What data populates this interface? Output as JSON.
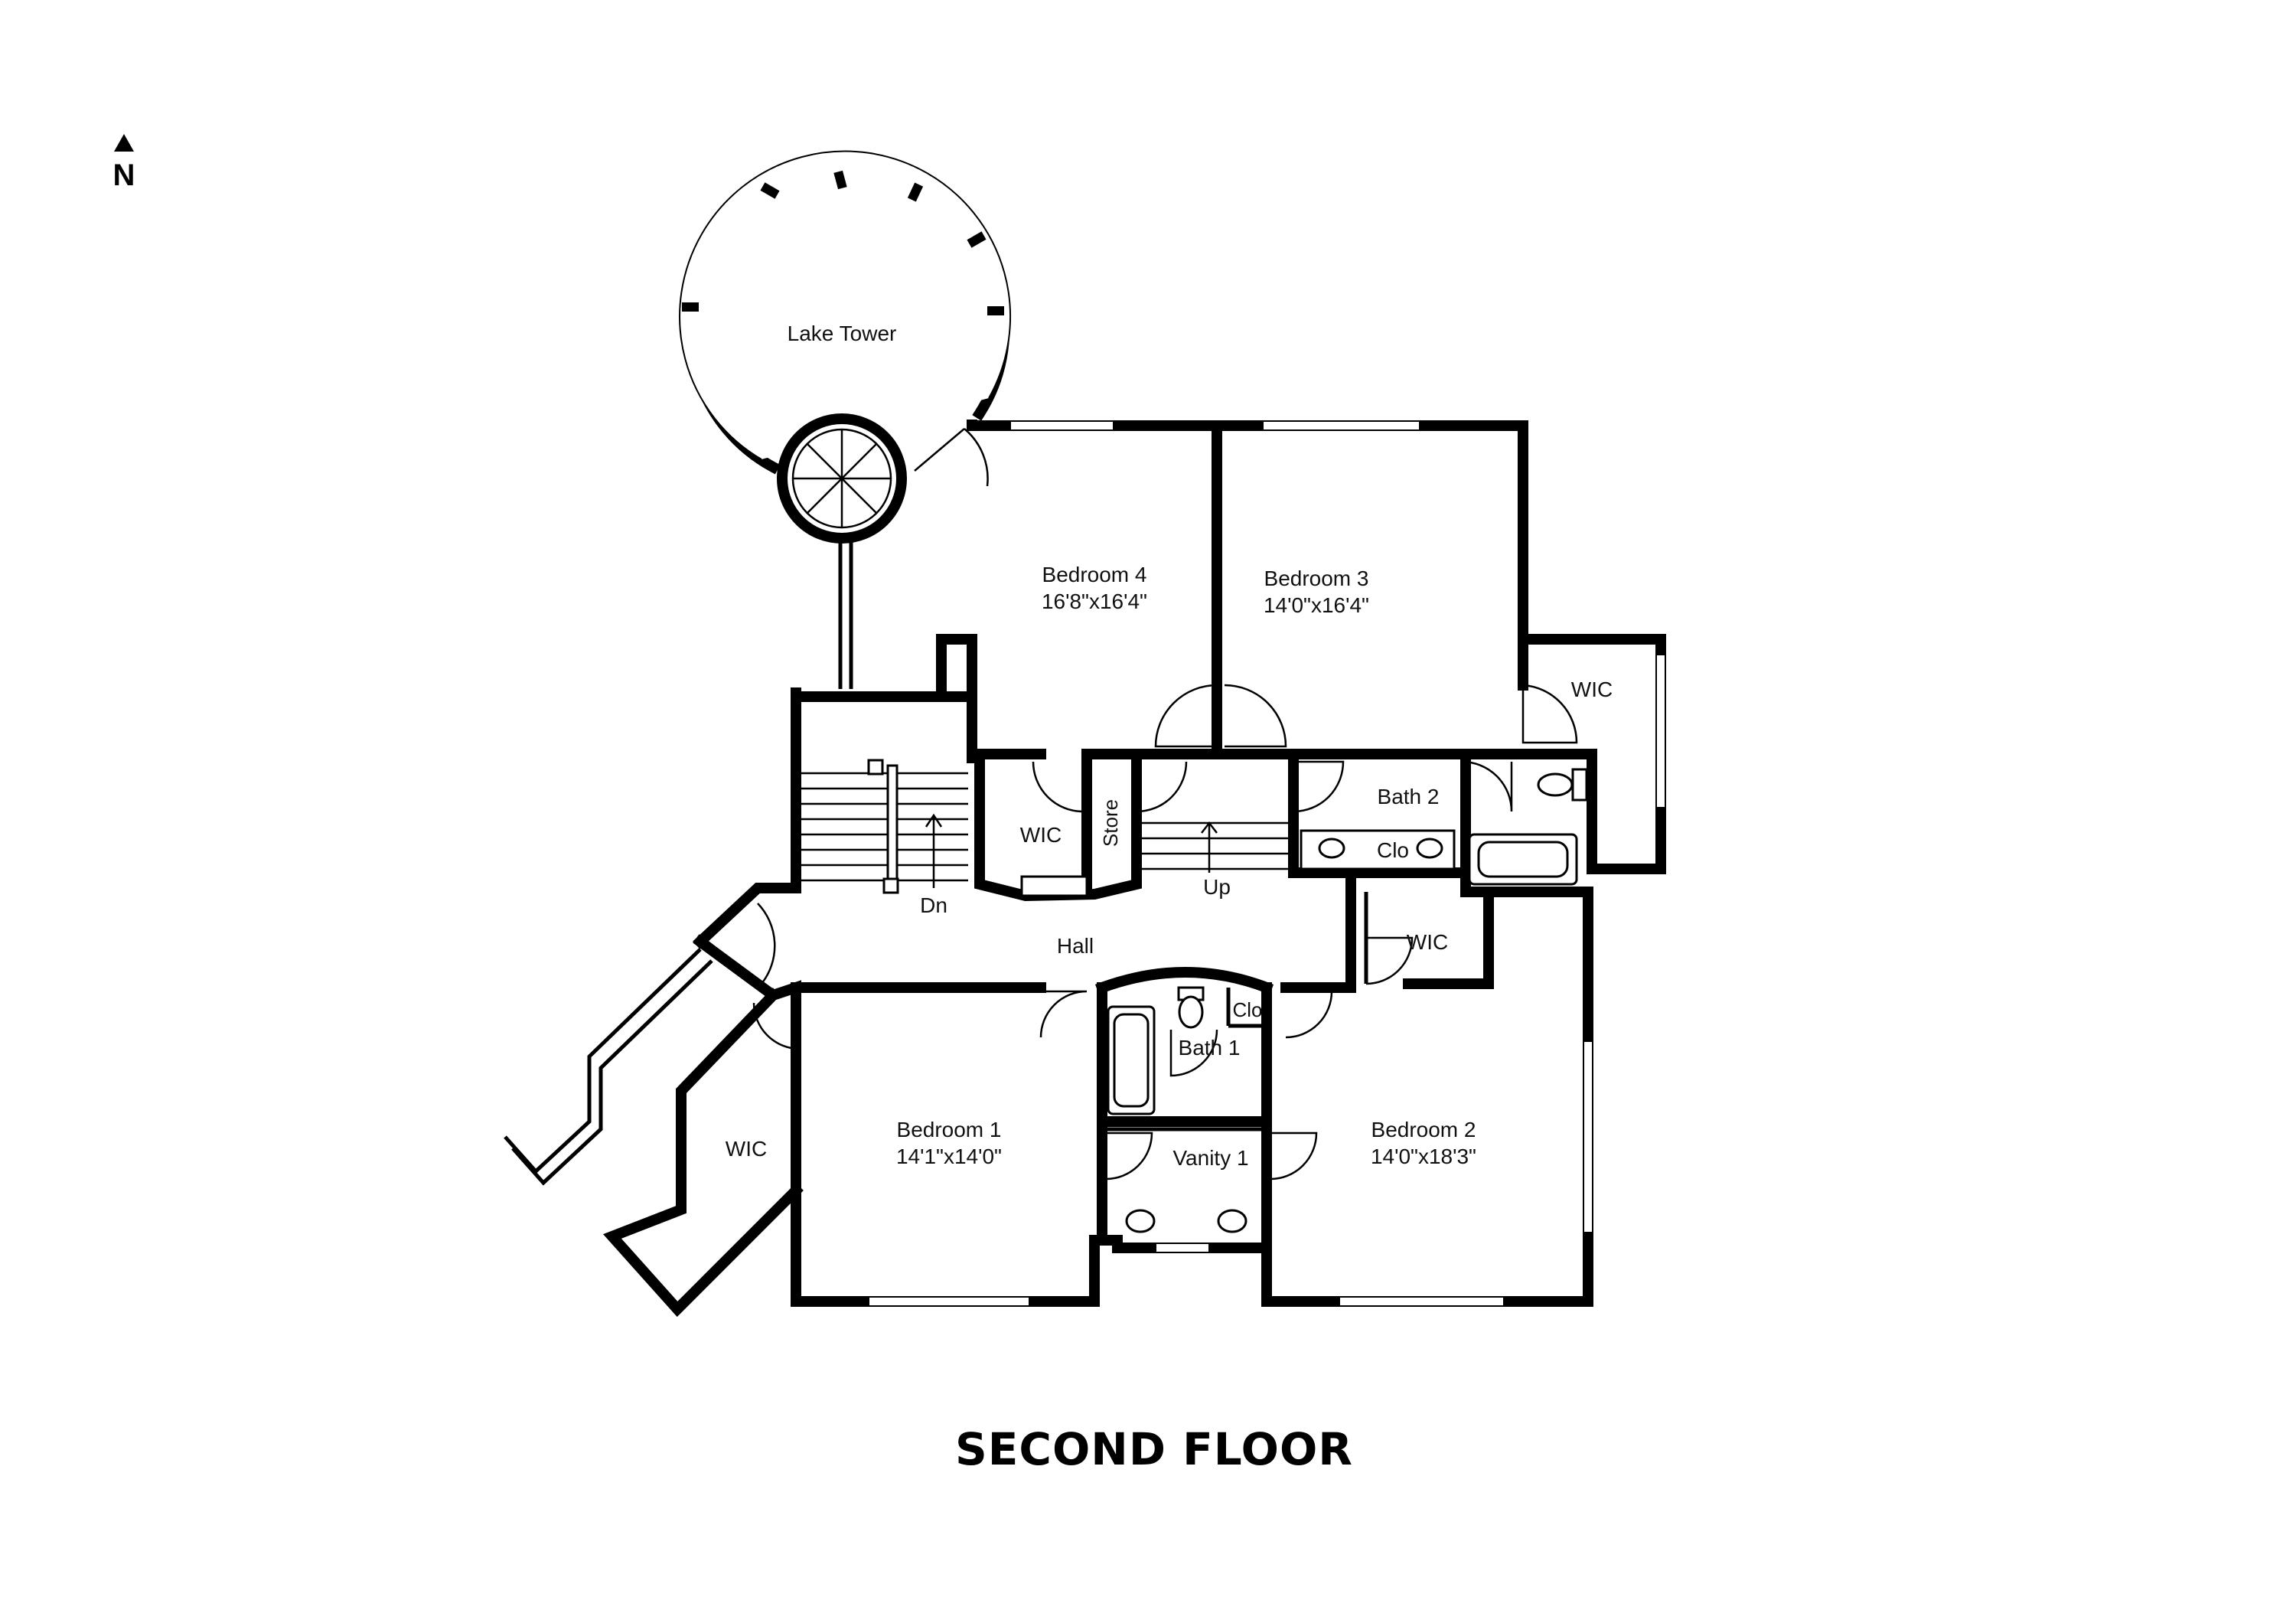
{
  "compass": {
    "label": "N"
  },
  "floor_title": "SECOND FLOOR",
  "rooms": {
    "lake_tower": {
      "name": "Lake Tower"
    },
    "bedroom_4": {
      "name": "Bedroom 4",
      "dims": "16'8\"x16'4\""
    },
    "bedroom_3": {
      "name": "Bedroom 3",
      "dims": "14'0\"x16'4\""
    },
    "wic_bed3": {
      "name": "WIC"
    },
    "bath_2": {
      "name": "Bath 2"
    },
    "clo_bath2": {
      "name": "Clo"
    },
    "wic_bed4": {
      "name": "WIC"
    },
    "store": {
      "name": "Store"
    },
    "hall": {
      "name": "Hall"
    },
    "stairs_down": {
      "name": "Dn"
    },
    "stairs_up": {
      "name": "Up"
    },
    "wic_bed2": {
      "name": "WIC"
    },
    "bath_1": {
      "name": "Bath 1"
    },
    "clo_bath1": {
      "name": "Clo"
    },
    "vanity_1": {
      "name": "Vanity 1"
    },
    "bedroom_1": {
      "name": "Bedroom 1",
      "dims": "14'1\"x14'0\""
    },
    "bedroom_2": {
      "name": "Bedroom 2",
      "dims": "14'0\"x18'3\""
    },
    "wic_bed1": {
      "name": "WIC"
    }
  }
}
